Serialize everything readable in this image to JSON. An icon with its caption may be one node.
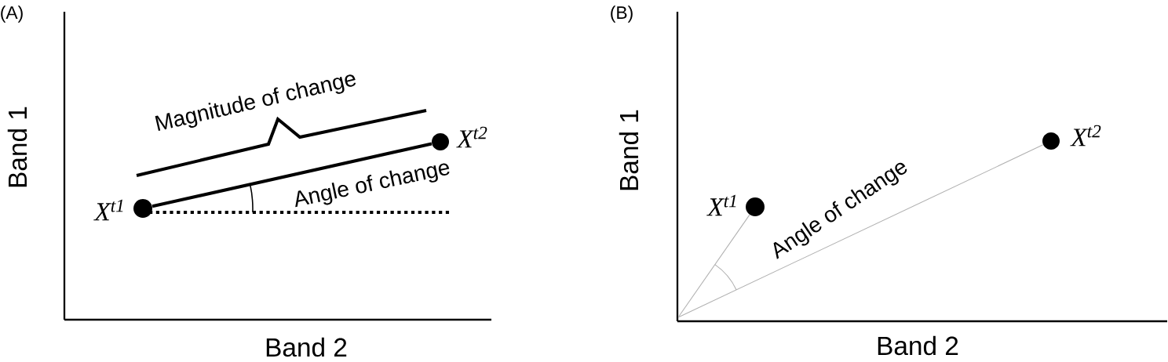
{
  "diagram": {
    "nodes": [
      {
        "text": [],
        "shape": "circle",
        "beside": [
          "X$^{t1}$"
        ]
      },
      {
        "text": [],
        "shape": "circle",
        "beside": [
          "X$^{t2}$"
        ]
      },
      {
        "text": [],
        "shape": "circle",
        "beside": [
          "X$^{t1}$"
        ]
      },
      {
        "text": [],
        "shape": "circle",
        "beside": [
          "X$^{t2}$"
        ]
      }
    ],
    "edges": [
      {
        "from": 0,
        "to": 1,
        "arrow": "none",
        "style": "thick",
        "color": "#000000"
      },
      {
        "from": null,
        "to": 2,
        "arrow": "none",
        "color": "#b0b0b0"
      },
      {
        "from": null,
        "to": 3,
        "arrow": "none",
        "color": "#b0b0b0"
      }
    ],
    "labels": [
      "(A)",
      "Band 1",
      "Magnitude of change",
      "Angle of change",
      "Band 2",
      "(B)",
      "Band 1",
      "Angle of change",
      "Band 2"
    ]
  }
}
